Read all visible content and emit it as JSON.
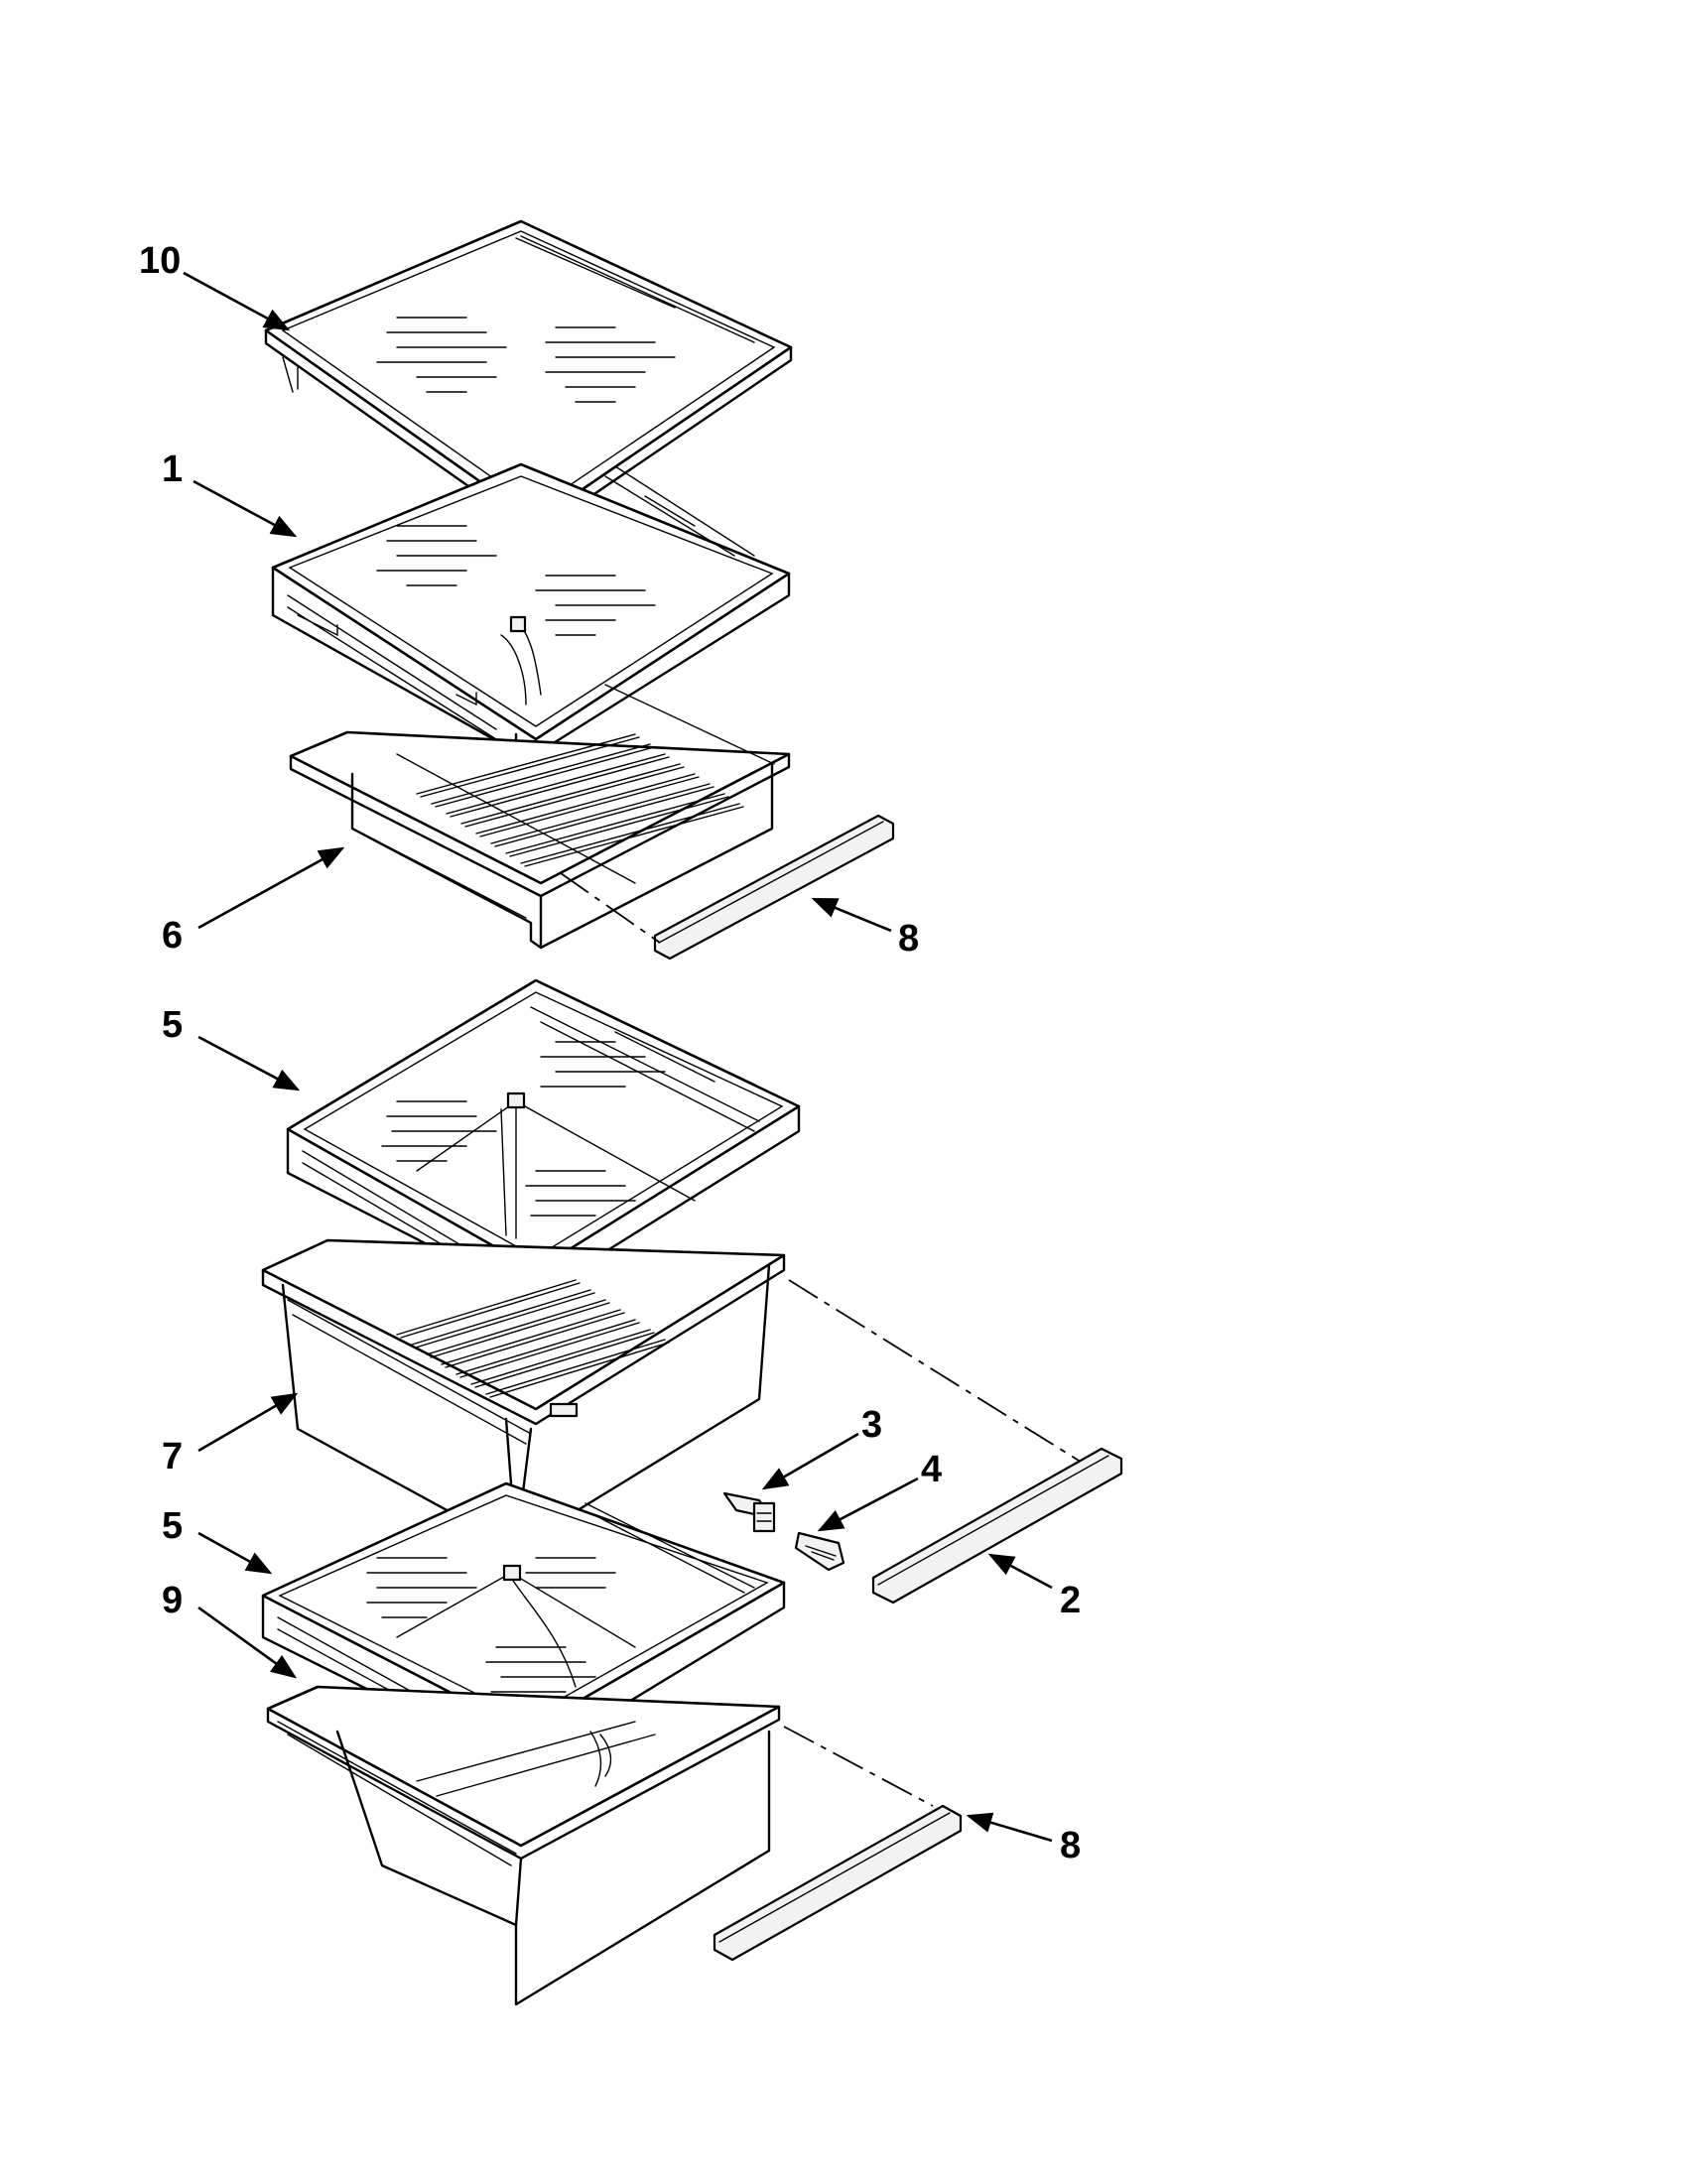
{
  "callouts": [
    {
      "id": "c10",
      "text": "10"
    },
    {
      "id": "c1",
      "text": "1"
    },
    {
      "id": "c6",
      "text": "6"
    },
    {
      "id": "c8a",
      "text": "8"
    },
    {
      "id": "c5a",
      "text": "5"
    },
    {
      "id": "c7",
      "text": "7"
    },
    {
      "id": "c3",
      "text": "3"
    },
    {
      "id": "c4",
      "text": "4"
    },
    {
      "id": "c2",
      "text": "2"
    },
    {
      "id": "c5b",
      "text": "5"
    },
    {
      "id": "c9",
      "text": "9"
    },
    {
      "id": "c8b",
      "text": "8"
    }
  ]
}
